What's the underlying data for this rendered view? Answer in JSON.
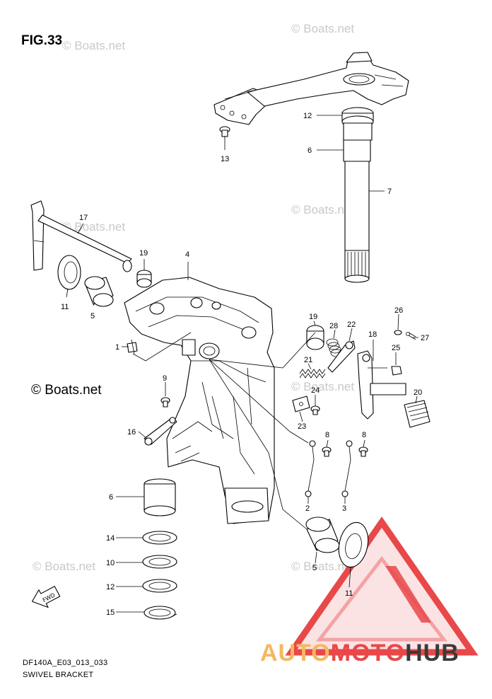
{
  "figure": {
    "title": "FIG.33",
    "code": "DF140A_E03_013_033",
    "name": "SWIVEL BRACKET"
  },
  "watermark": {
    "text": "© Boats.net"
  },
  "brand": {
    "part1": "AUTO",
    "part2": "MOTO",
    "part3": "HUB",
    "color_orange": "#f4b860",
    "color_red": "#e8484a",
    "color_dark": "#3a3a3a"
  },
  "fwd_label": "FWD",
  "callouts": [
    "1",
    "2",
    "3",
    "4",
    "5",
    "5",
    "6",
    "6",
    "7",
    "8",
    "8",
    "9",
    "10",
    "11",
    "11",
    "12",
    "12",
    "13",
    "14",
    "15",
    "16",
    "17",
    "18",
    "19",
    "19",
    "20",
    "21",
    "22",
    "23",
    "24",
    "25",
    "26",
    "27",
    "28"
  ]
}
